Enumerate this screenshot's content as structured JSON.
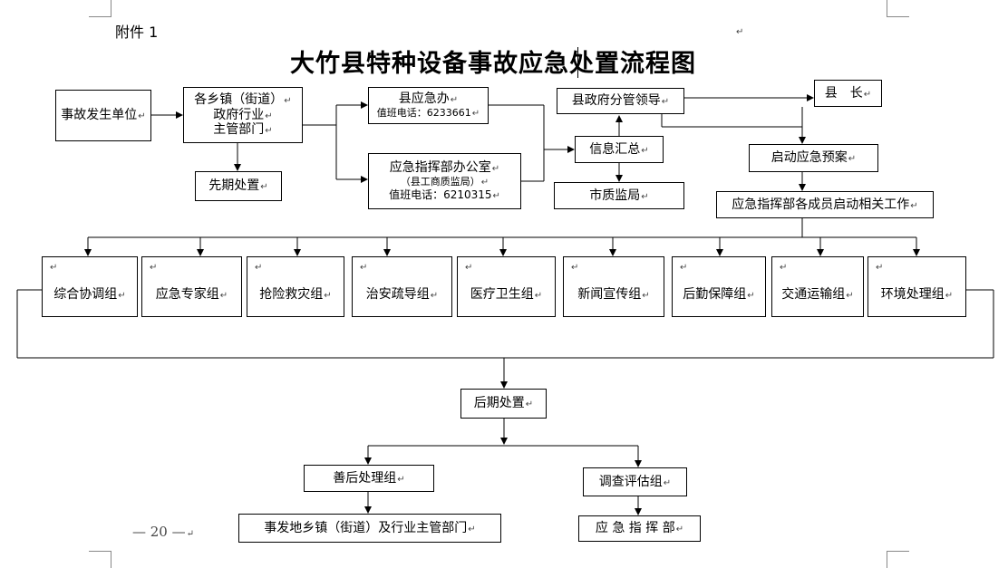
{
  "header": {
    "annex": "附件 1",
    "title": "大竹县特种设备事故应急处置流程图",
    "page_number": "— 20 —"
  },
  "nodes": {
    "unit": "事故发生单位",
    "township": [
      "各乡镇（街道）",
      "政府行业",
      "主管部门"
    ],
    "early": "先期处置",
    "emergency_office": "县应急办",
    "emergency_office_phone": "值班电话：6233661",
    "command_office": [
      "应急指挥部办公室",
      "（县工商质监局）",
      "值班电话：6210315"
    ],
    "county_leader": "县政府分管领导",
    "info_summary": "信息汇总",
    "market_supervision": "市质监局",
    "county_head": "县　长",
    "start_plan": "启动应急预案",
    "members_start": "应急指挥部各成员启动相关工作",
    "post_handling": "后期处置",
    "aftermath_group": "善后处理组",
    "investigation_group": "调查评估组",
    "aftermath_dept": "事发地乡镇（街道）及行业主管部门",
    "command_dept": "应 急 指 挥 部"
  },
  "groups": [
    "综合协调组",
    "应急专家组",
    "抢险救灾组",
    "治安疏导组",
    "医疗卫生组",
    "新闻宣传组",
    "后勤保障组",
    "交通运输组",
    "环境处理组"
  ],
  "symbols": {
    "return_mark": "↵"
  }
}
